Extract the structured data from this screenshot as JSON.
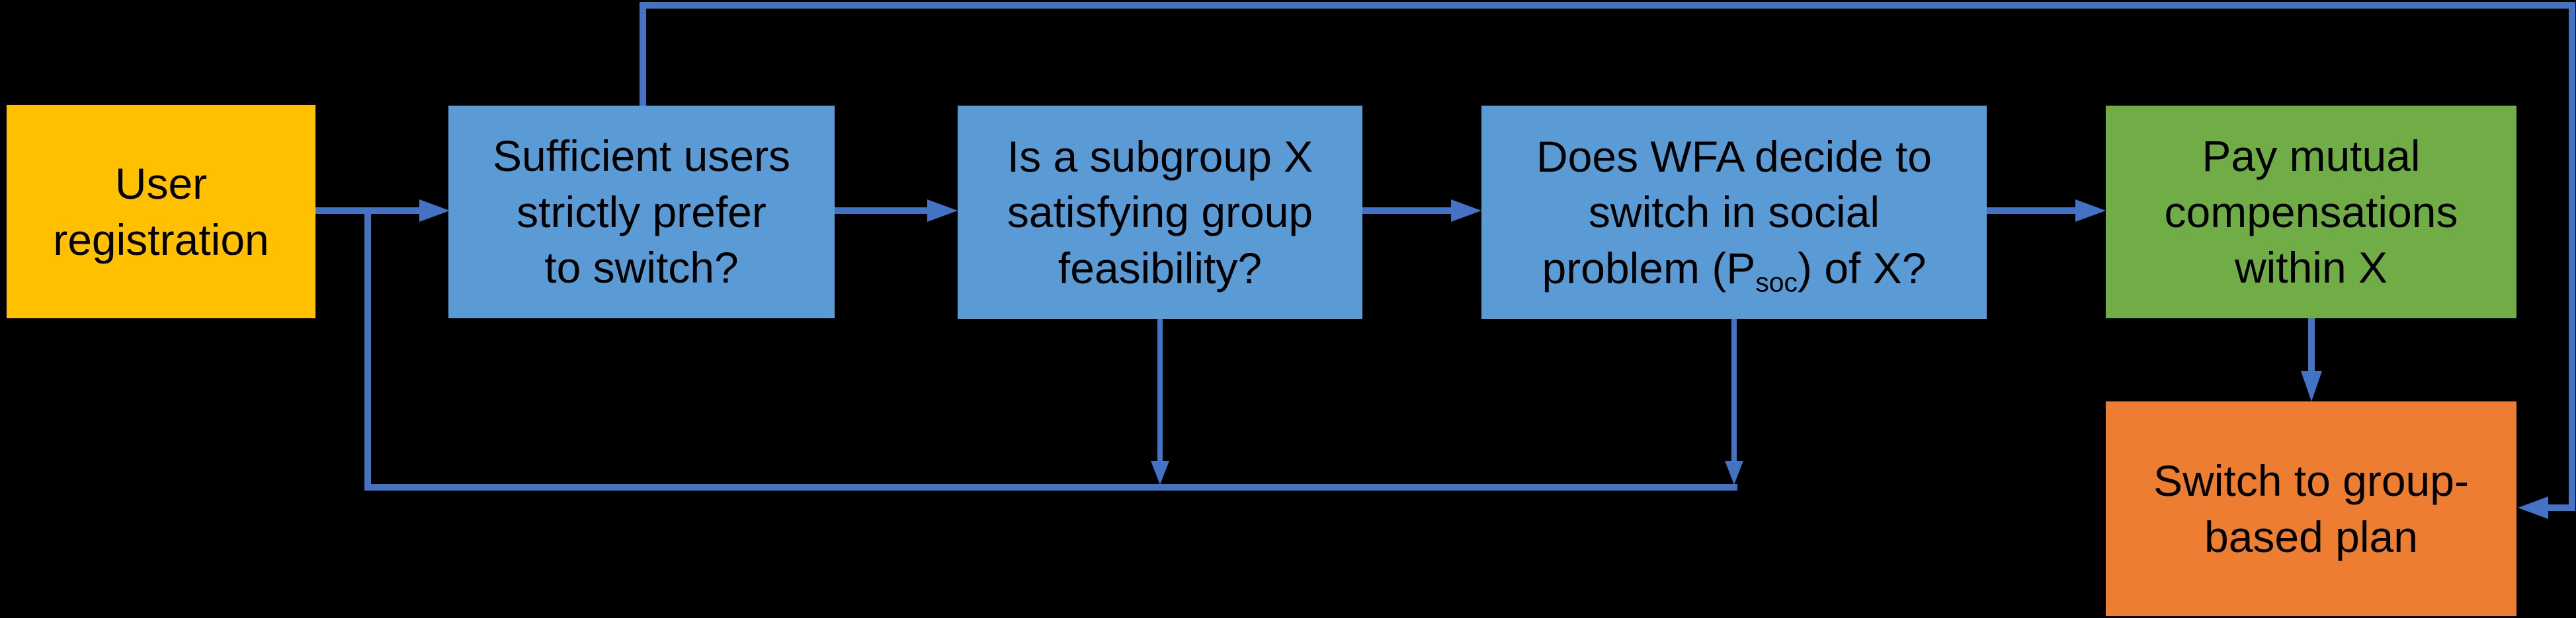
{
  "diagram": {
    "background": "#000000",
    "connector_color": "#4472C4",
    "text_color": "#000000",
    "nodes": [
      {
        "id": "user-registration",
        "shape": "rectangle",
        "fill": "#FFC000",
        "label": "User\nregistration"
      },
      {
        "id": "sufficient-users",
        "shape": "rectangle",
        "fill": "#5B9BD5",
        "label": "Sufficient users\nstrictly prefer\nto switch?"
      },
      {
        "id": "group-feasibility",
        "shape": "rectangle",
        "fill": "#5B9BD5",
        "label": "Is a subgroup X\nsatisfying group\nfeasibility?"
      },
      {
        "id": "wfa-decision",
        "shape": "rectangle",
        "fill": "#5B9BD5",
        "label_before_sub": "Does WFA decide to\nswitch in social\nproblem (P",
        "label_subscript": "soc",
        "label_after_sub": ") of X?"
      },
      {
        "id": "pay-compensations",
        "shape": "rectangle",
        "fill": "#70AD47",
        "label": "Pay mutual\ncompensations\nwithin X"
      },
      {
        "id": "switch-plan",
        "shape": "rectangle",
        "fill": "#ED7D31",
        "label": "Switch to group-\nbased plan"
      }
    ],
    "edges": [
      {
        "from": "user-registration",
        "to": "sufficient-users",
        "style": "straight-right",
        "arrowhead": "at-target"
      },
      {
        "from": "sufficient-users",
        "to": "group-feasibility",
        "style": "straight-right",
        "arrowhead": "at-target"
      },
      {
        "from": "group-feasibility",
        "to": "wfa-decision",
        "style": "straight-right",
        "arrowhead": "at-target"
      },
      {
        "from": "wfa-decision",
        "to": "pay-compensations",
        "style": "straight-right",
        "arrowhead": "at-target"
      },
      {
        "from": "pay-compensations",
        "to": "switch-plan",
        "style": "straight-down",
        "arrowhead": "at-target"
      },
      {
        "from": "sufficient-users",
        "to": "switch-plan",
        "style": "elbow-up-over-top-then-down-right-edge",
        "arrowhead": "at-target-right-side"
      },
      {
        "from": "group-feasibility",
        "to": "bottom-return-line",
        "style": "straight-down",
        "arrowhead": "at-line"
      },
      {
        "from": "wfa-decision",
        "to": "bottom-return-line",
        "style": "straight-down",
        "arrowhead": "at-line"
      },
      {
        "from": "bottom-return-line",
        "to": "sufficient-users",
        "style": "elbow-left-then-up-merging-into-entry-arrow",
        "arrowhead": "none"
      }
    ]
  }
}
